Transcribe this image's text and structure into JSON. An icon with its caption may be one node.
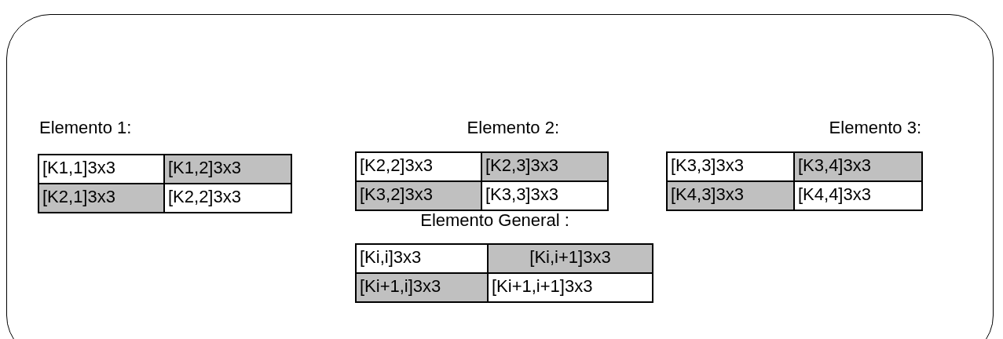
{
  "diagram": {
    "labels": [
      "Elemento 1:",
      "[K1,1]3x3",
      "[K1,2]3x3",
      "[K2,1]3x3",
      "[K2,2]3x3",
      "Elemento 2:",
      "[K2,2]3x3",
      "[K2,3]3x3",
      "[K3,2]3x3",
      "[K3,3]3x3",
      "Elemento 3:",
      "[K3,3]3x3",
      "[K3,4]3x3",
      "[K4,3]3x3",
      "[K4,4]3x3",
      "Elemento General :",
      "[Ki,i]3x3",
      "[Ki,i+1]3x3",
      "[Ki+1,i]3x3",
      "[Ki+1,i+1]3x3"
    ]
  }
}
